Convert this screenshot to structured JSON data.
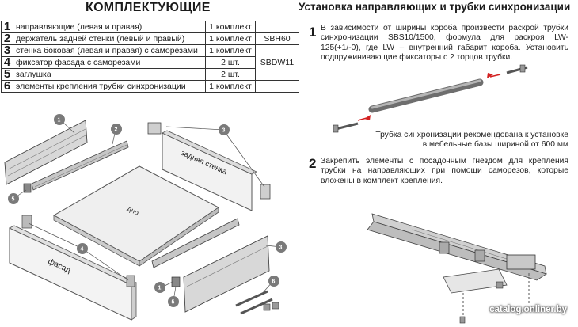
{
  "left_title": "КОМПЛЕКТУЮЩИЕ",
  "right_title": "Установка направляющих и трубки синхронизации",
  "parts": [
    {
      "num": "1",
      "name": "направляющие (левая и правая)",
      "qty": "1 комплект",
      "code": ""
    },
    {
      "num": "2",
      "name": "держатель задней стенки (левый и правый)",
      "qty": "1 комплект",
      "code": "SBH60"
    },
    {
      "num": "3",
      "name": "стенка боковая (левая и правая) с саморезами",
      "qty": "1 комплект",
      "code": "SBDW11"
    },
    {
      "num": "4",
      "name": "фиксатор фасада с саморезами",
      "qty": "2 шт.",
      "code": ""
    },
    {
      "num": "5",
      "name": "заглушка",
      "qty": "2 шт.",
      "code": ""
    },
    {
      "num": "6",
      "name": "элементы крепления трубки синхронизации",
      "qty": "1 комплект",
      "code": ""
    }
  ],
  "diagram_labels": {
    "back": "задняя стенка",
    "bottom": "дно",
    "front": "фасад",
    "callouts": [
      "1",
      "2",
      "3",
      "4",
      "5",
      "1",
      "5",
      "3",
      "6"
    ]
  },
  "steps": [
    {
      "num": "1",
      "text": "В зависимости от ширины короба произвести раскрой трубки синхронизации SBS10/1500, формула для раскроя LW-125(+1/-0), где LW – внутренний габарит короба. Установить подпружинивающие фиксаторы с 2 торцов трубки."
    },
    {
      "num": "2",
      "text": "Закрепить элементы с посадочным гнездом для крепления трубки на направляющих при помощи саморезов, которые вложены в комплект крепления."
    }
  ],
  "note_lines": [
    "Трубка синхронизации рекомендована к установке",
    "в мебельные базы шириной от 600 мм"
  ],
  "watermark": "catalog.onliner.by"
}
